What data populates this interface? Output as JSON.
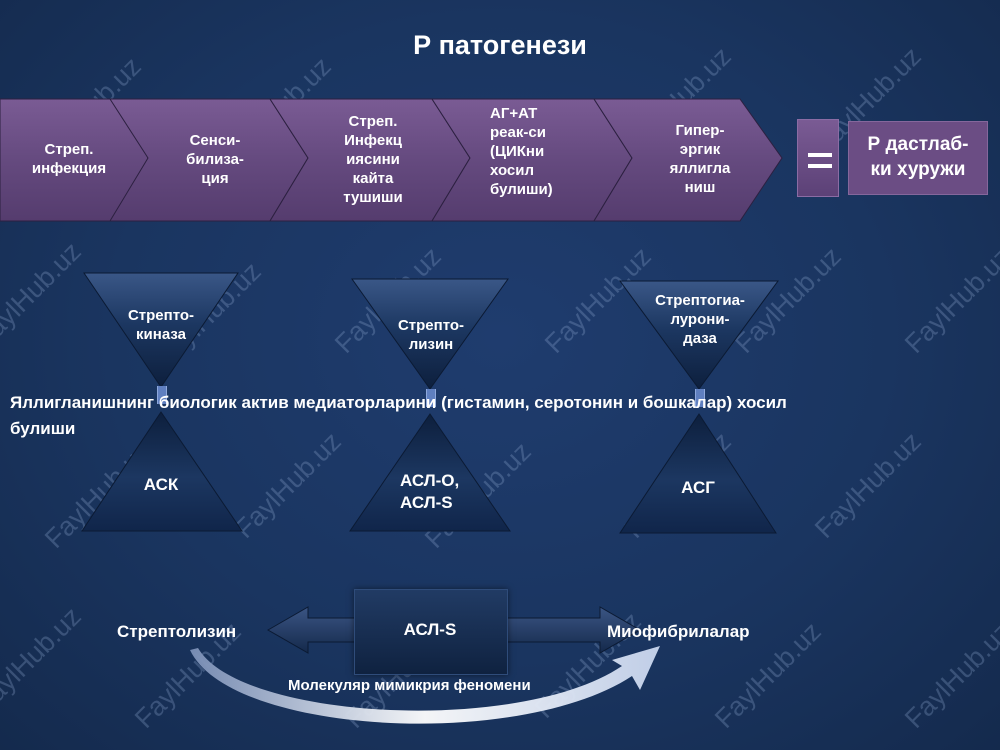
{
  "title": "Р патогенези",
  "chevrons": [
    {
      "label": "Стреп.\nинфекция"
    },
    {
      "label": "Сенси-\nбилиза-\nция"
    },
    {
      "label": "Стреп.\nИнфекц\nиясини\nкайта\nтушиши"
    },
    {
      "label": "АГ+АТ\nреак-си\n(ЦИКни\nхосил\nбулиши)"
    },
    {
      "label": "Гипер-\nэргик\nяллигла\nниш"
    }
  ],
  "result": "Р дастлаб-\nки хуружи",
  "enzymes": [
    {
      "top": "Стрепто-\nкиназа",
      "bottom": "АСК"
    },
    {
      "top": "Стрепто-\nлизин",
      "bottom": "АСЛ-О,\nАСЛ-S"
    },
    {
      "top": "Стрептогиа-\nлурони-\nдаза",
      "bottom": "АСГ"
    }
  ],
  "middle_text_line1": "Яллигланишнинг биологик   актив медиаторларини (гистамин, серотонин и бошкалар) хосил",
  "middle_text_line2": "булиши",
  "bottom": {
    "left": "Стрептолизин",
    "center": "АСЛ-S",
    "right": "Миофибрилалар",
    "caption": "Молекуляр мимикрия феномени"
  },
  "watermark": "FaylHub.uz",
  "colors": {
    "background": "#1a3560",
    "chevron": "#6b4d84",
    "triangle": "#1b345c"
  }
}
